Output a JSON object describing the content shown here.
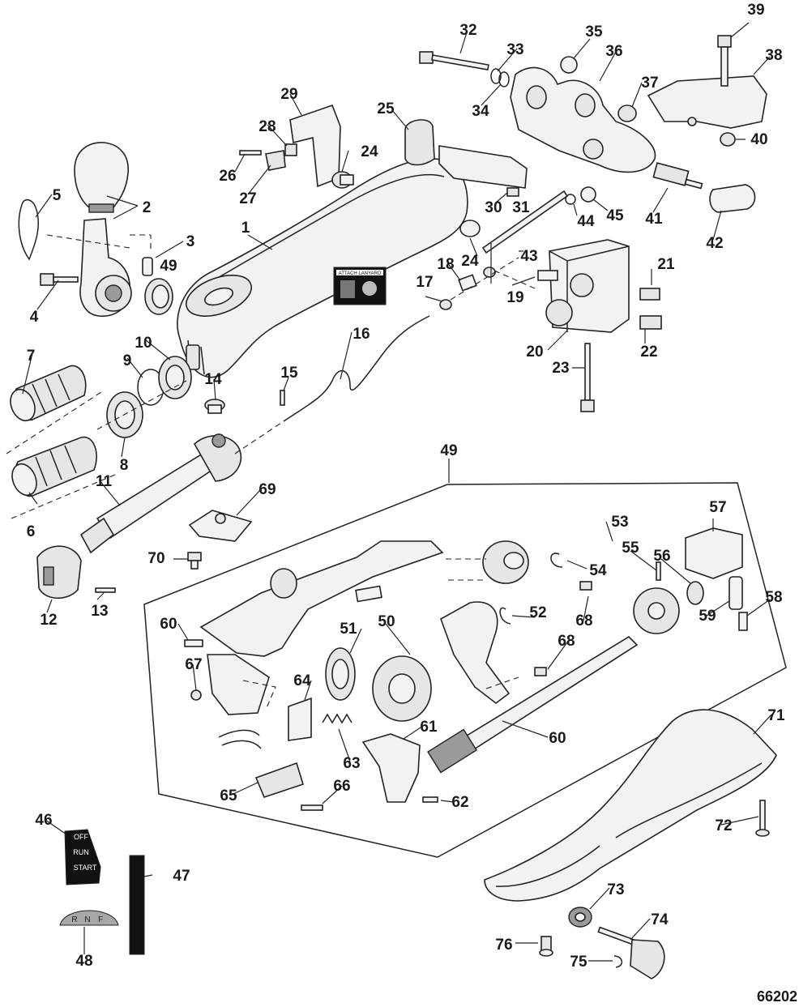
{
  "figure_id": "66202",
  "callouts": [
    "1",
    "2",
    "3",
    "4",
    "5",
    "6",
    "7",
    "8",
    "9",
    "10",
    "11",
    "12",
    "13",
    "14",
    "15",
    "16",
    "17",
    "18",
    "19",
    "20",
    "21",
    "22",
    "23",
    "24",
    "25",
    "26",
    "27",
    "28",
    "29",
    "30",
    "31",
    "32",
    "33",
    "34",
    "35",
    "36",
    "37",
    "38",
    "39",
    "40",
    "41",
    "42",
    "43",
    "44",
    "45",
    "46",
    "47",
    "48",
    "49",
    "50",
    "51",
    "52",
    "53",
    "54",
    "55",
    "56",
    "57",
    "58",
    "59",
    "60",
    "61",
    "62",
    "63",
    "64",
    "65",
    "66",
    "67",
    "68",
    "69",
    "70",
    "71",
    "72",
    "73",
    "74",
    "75",
    "76"
  ],
  "decals": {
    "key_switch": [
      "OFF",
      "RUN",
      "START"
    ],
    "gear_indicator": [
      "R",
      "N",
      "F"
    ],
    "lanyard": "ATTACH LANYARD"
  }
}
